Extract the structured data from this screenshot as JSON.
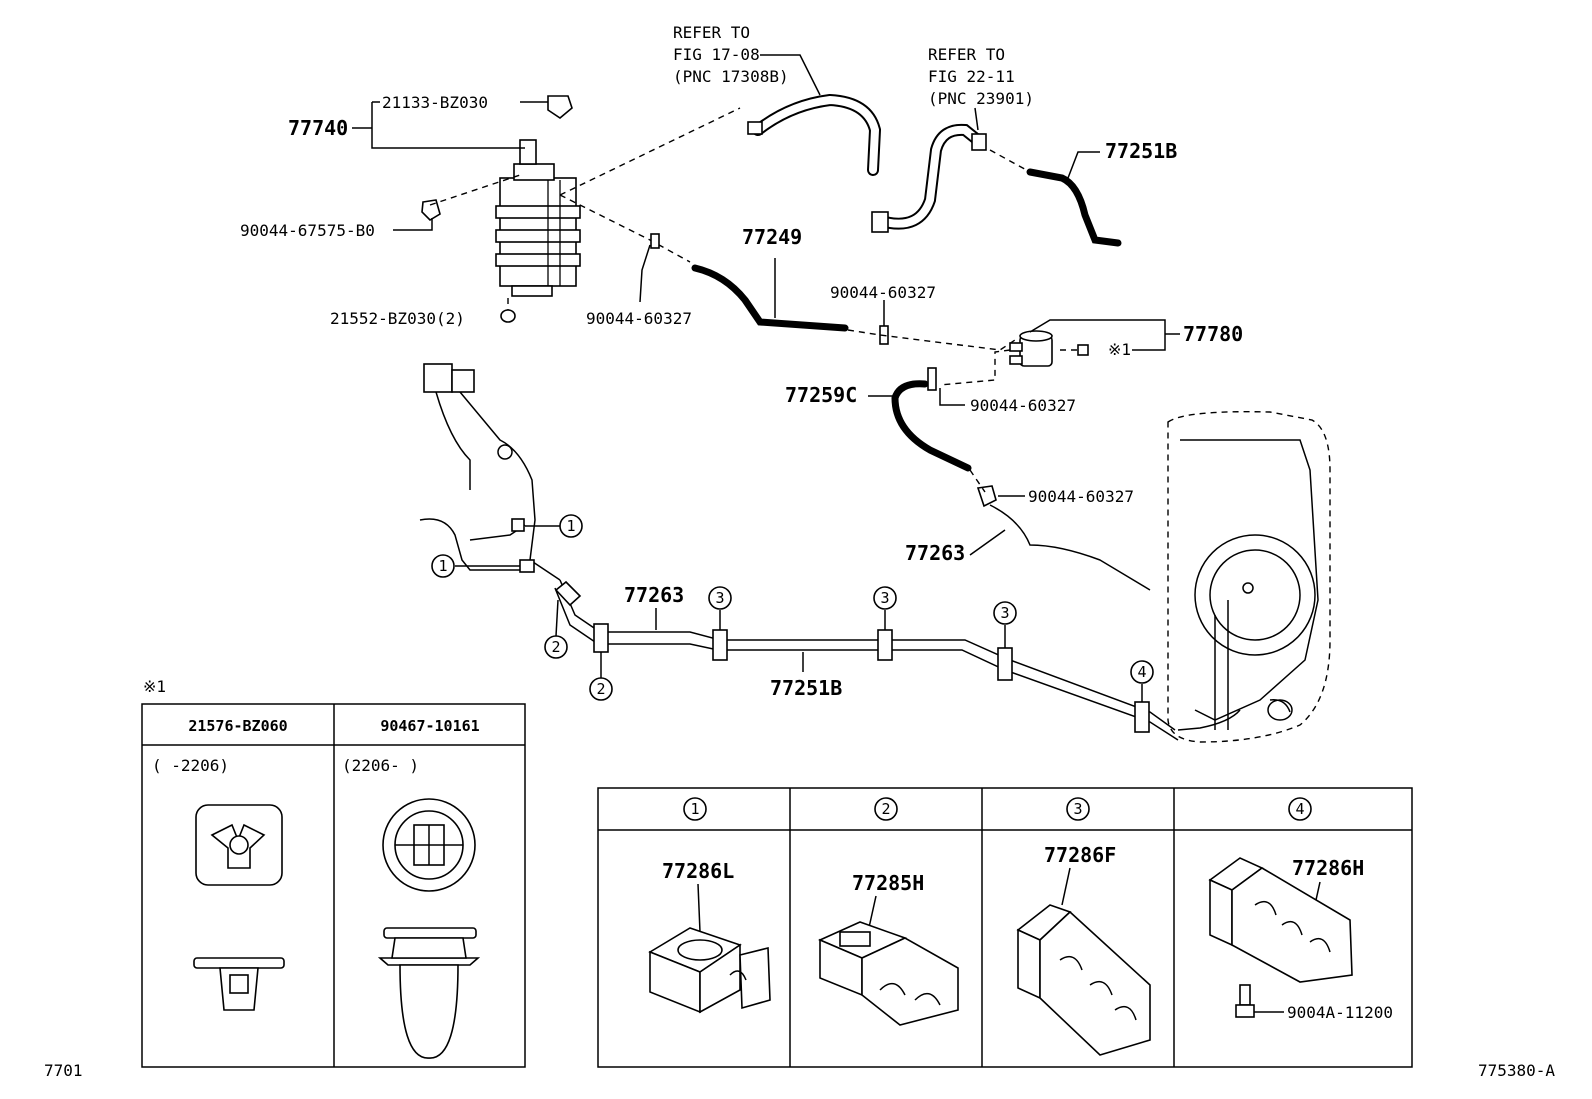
{
  "diagram_id": "775380-A",
  "page_code": "7701",
  "refer_1": {
    "l1": "REFER TO",
    "l2": "FIG 17-08",
    "l3": "(PNC 17308B)"
  },
  "refer_2": {
    "l1": "REFER TO",
    "l2": "FIG 22-11",
    "l3": "(PNC 23901)"
  },
  "parts": {
    "p77740": "77740",
    "p21133": "21133-BZ030",
    "p90044_67575": "90044-67575-B0",
    "p21552": "21552-BZ030(2)",
    "p77251b_top": "77251B",
    "p77249": "77249",
    "p90044_a": "90044-60327",
    "p90044_b": "90044-60327",
    "p90044_c": "90044-60327",
    "p90044_d": "90044-60327",
    "p77780": "77780",
    "asterisk_ref": "※1",
    "p77259c": "77259C",
    "p77263_right": "77263",
    "p77263_left": "77263",
    "p77251b_bottom": "77251B"
  },
  "callouts": {
    "c1": "1",
    "c2": "2",
    "c3": "3",
    "c4": "4"
  },
  "note_table": {
    "title": "※1",
    "col1_header": "21576-BZ060",
    "col2_header": "90467-10161",
    "col1_range": "(      -2206)",
    "col2_range": "(2206-      )"
  },
  "clip_table": {
    "headers": [
      "1",
      "2",
      "3",
      "4"
    ],
    "parts": [
      "77286L",
      "77285H",
      "77286F",
      "77286H"
    ],
    "bolt": "9004A-11200"
  }
}
